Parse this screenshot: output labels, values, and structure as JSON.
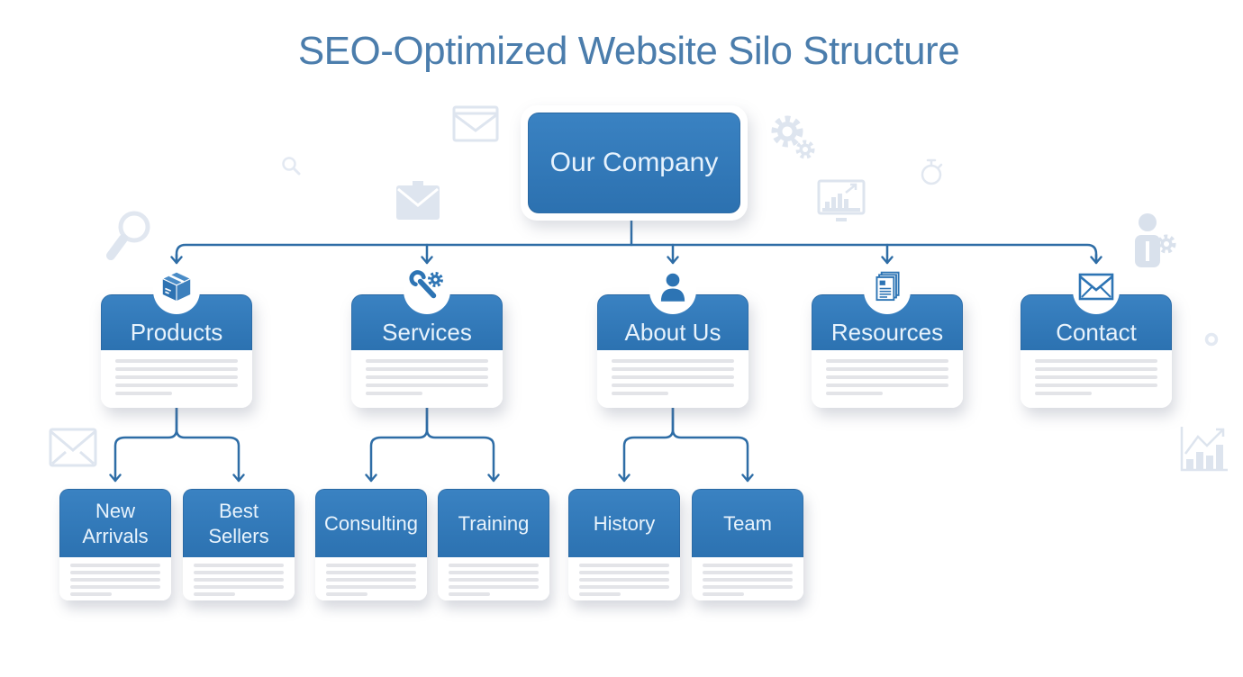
{
  "title": "SEO-Optimized Website Silo Structure",
  "root": {
    "label": "Our Company"
  },
  "level2": [
    {
      "label": "Products",
      "icon": "box-icon"
    },
    {
      "label": "Services",
      "icon": "wrench-gear-icon"
    },
    {
      "label": "About Us",
      "icon": "person-icon"
    },
    {
      "label": "Resources",
      "icon": "documents-icon"
    },
    {
      "label": "Contact",
      "icon": "envelope-icon"
    }
  ],
  "level3": [
    {
      "label": "New Arrivals",
      "parent": "Products"
    },
    {
      "label": "Best Sellers",
      "parent": "Products"
    },
    {
      "label": "Consulting",
      "parent": "Services"
    },
    {
      "label": "Training",
      "parent": "Services"
    },
    {
      "label": "History",
      "parent": "About Us"
    },
    {
      "label": "Team",
      "parent": "About Us"
    }
  ],
  "background_icons": [
    "envelope-icon",
    "envelope-icon",
    "magnifier-icon",
    "magnifier-icon",
    "gears-icon",
    "stopwatch-icon",
    "monitor-chart-icon",
    "person-gear-icon",
    "ring-icon",
    "envelope-icon",
    "growth-chart-icon"
  ],
  "colors": {
    "node_blue": "#2f78b8",
    "connector_blue": "#2e6da6",
    "title_blue": "#4b7dac",
    "card_white": "#ffffff",
    "placeholder_line": "#e3e4e8",
    "background_icon": "#dde4ef"
  }
}
